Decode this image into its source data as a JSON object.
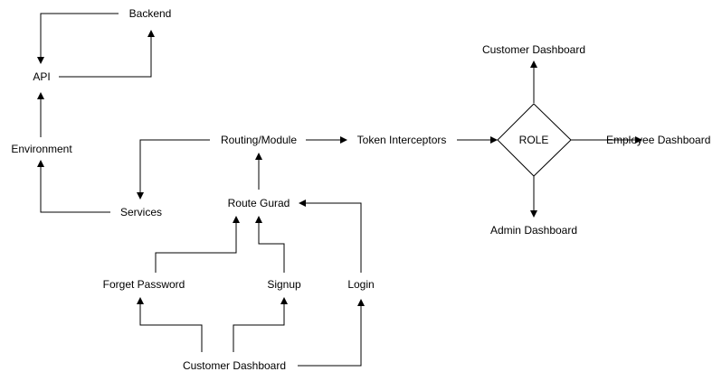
{
  "nodes": {
    "backend": "Backend",
    "api": "API",
    "environment": "Environment",
    "services": "Services",
    "routing_module": "Routing/Module",
    "token_interceptors": "Token Interceptors",
    "role": "ROLE",
    "customer_dashboard_top": "Customer Dashboard",
    "employee_dashboard": "Employee Dashboard",
    "admin_dashboard": "Admin Dashboard",
    "route_guard": "Route Gurad",
    "forget_password": "Forget Password",
    "signup": "Signup",
    "login": "Login",
    "customer_dashboard_bottom": "Customer Dashboard"
  },
  "colors": {
    "stroke": "#000000",
    "background": "#ffffff"
  }
}
